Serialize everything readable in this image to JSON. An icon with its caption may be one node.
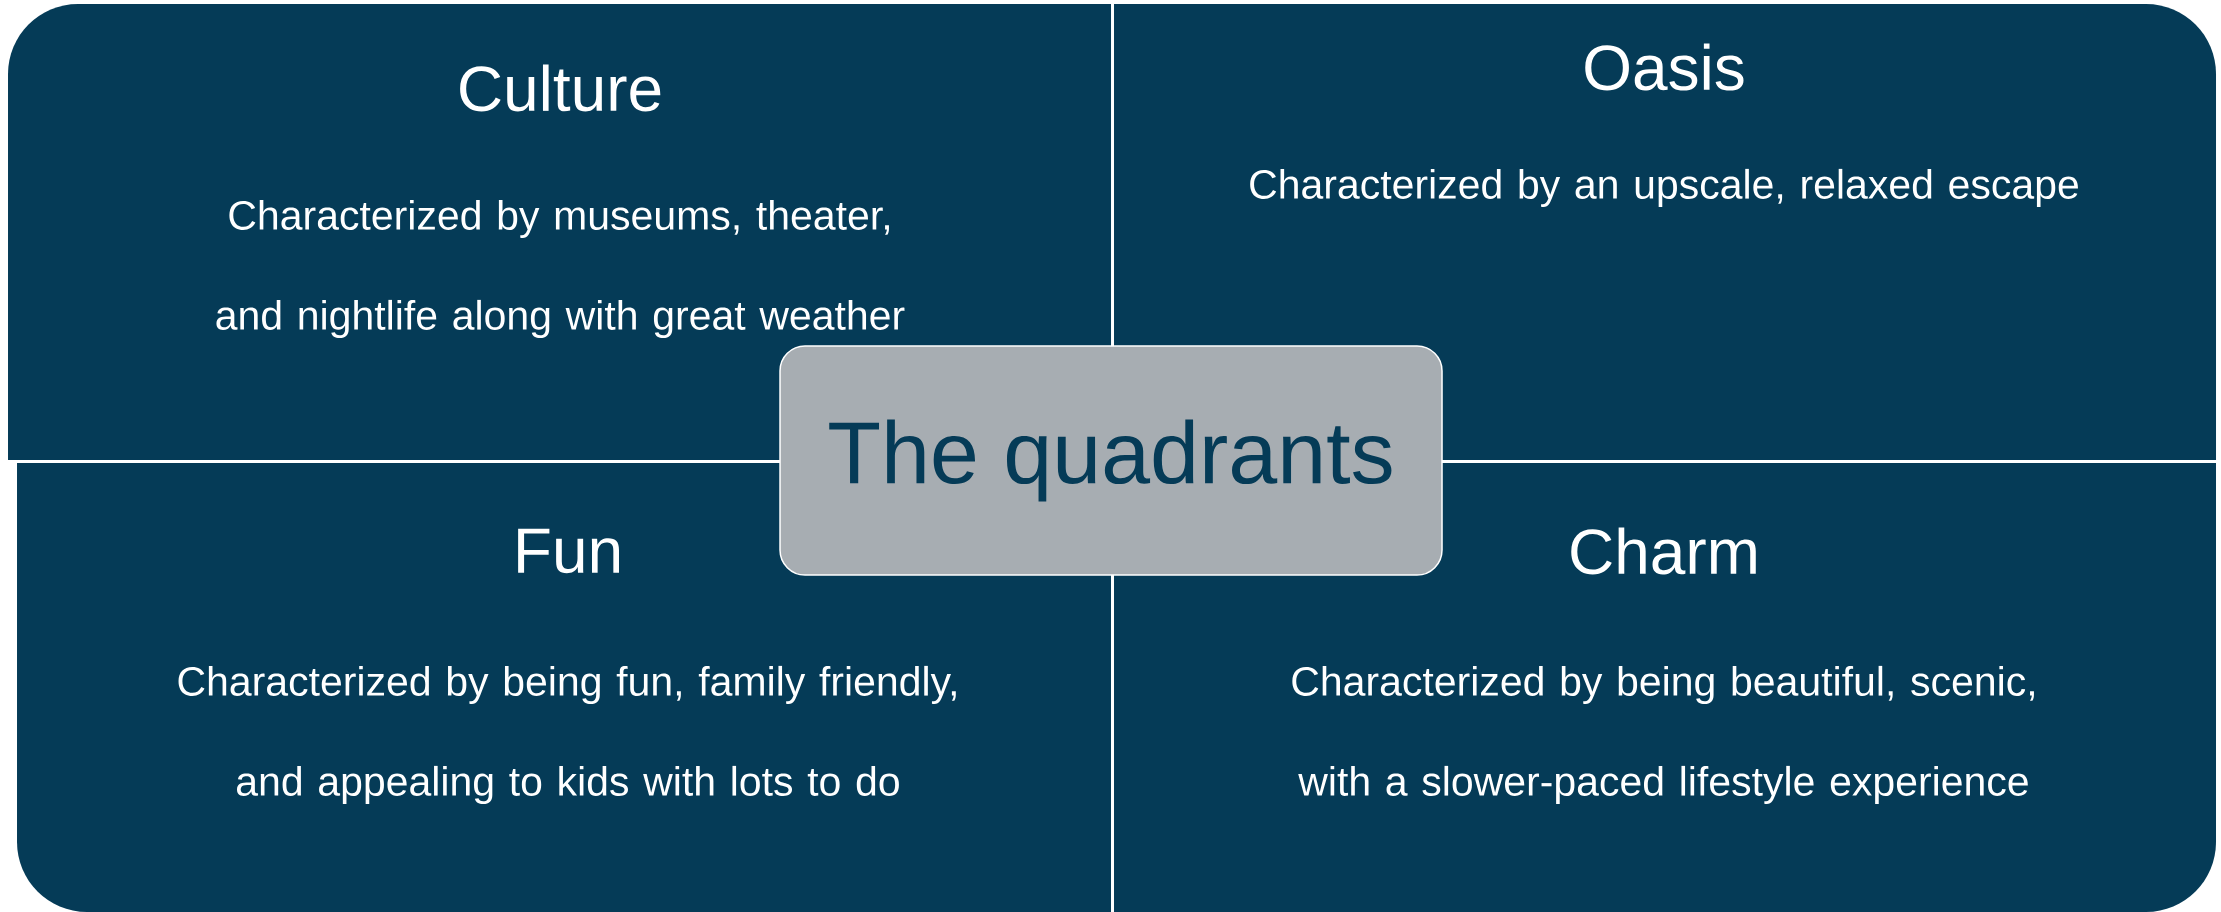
{
  "diagram": {
    "nodes": [
      {
        "text": [
          "Culture",
          "Characterized by museums, theater, and nightlife along with great weather"
        ]
      },
      {
        "text": [
          "Oasis",
          "Characterized by an upscale, relaxed escape"
        ]
      },
      {
        "text": [
          "The quadrants"
        ]
      },
      {
        "text": [
          "Fun",
          "Characterized by being fun, family friendly, and appealing to kids with lots to do"
        ]
      },
      {
        "text": [
          "Charm",
          "Characterized by being beautiful, scenic, with a slower-paced lifestyle experience"
        ]
      }
    ]
  }
}
